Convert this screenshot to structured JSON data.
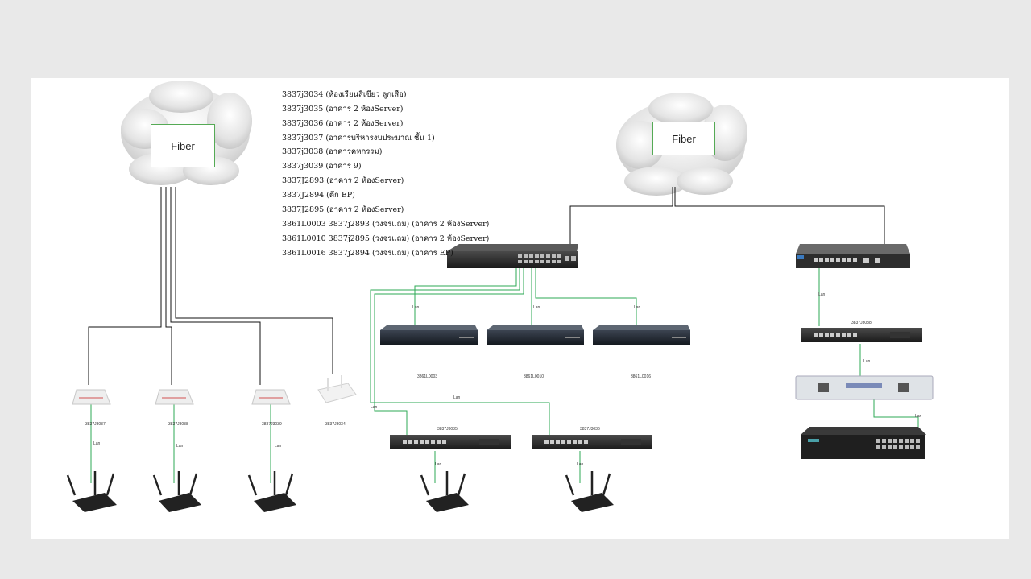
{
  "clouds": {
    "left_label": "Fiber",
    "right_label": "Fiber"
  },
  "legend": [
    "3837j3034 (ห้องเรียนสีเขียว ลูกเสือ)",
    "3837j3035 (อาคาร 2 ห้องServer)",
    "3837j3036 (อาคาร 2 ห้องServer)",
    "3837j3037 (อาคารบริหารงบประมาณ ชั้น 1)",
    "3837j3038 (อาคารคหกรรม)",
    "3837j3039 (อาคาร 9)",
    "3837J2893 (อาคาร 2 ห้องServer)",
    "3837J2894 (ตึก EP)",
    "3837J2895  (อาคาร 2 ห้องServer)",
    "3861L0003 3837j2893 (วงจรแถม) (อาคาร 2 ห้องServer)",
    "3861L0010 3837j2895 (วงจรแถม) (อาคาร 2 ห้องServer)",
    "3861L0016 3837j2894 (วงจรแถม) (อาคาร EP)"
  ],
  "onts": [
    "3837J3037",
    "3837J3038",
    "3837J3039",
    "3837J3034"
  ],
  "routers": [
    "3861L0003",
    "3861L0010",
    "3861L0016"
  ],
  "rack_switches": [
    "3837J3035",
    "3837J3036",
    "3837J3038"
  ],
  "link_label": "Lan",
  "colors": {
    "fiber_line": "#111111",
    "lan_line": "#2eaa55",
    "box_border": "#55aa55"
  }
}
